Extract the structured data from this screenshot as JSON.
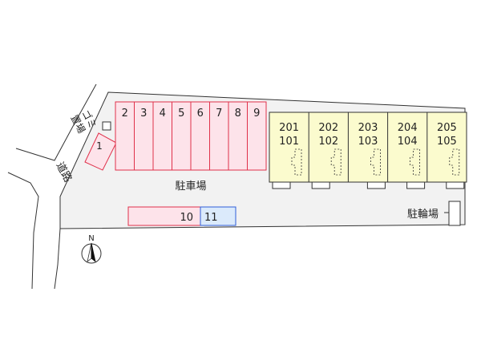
{
  "map": {
    "colors": {
      "ground": "#f2f2f2",
      "parking_fill": "#fde3ea",
      "parking_stroke": "#e0304a",
      "parking_alt_fill": "#dbeafb",
      "parking_alt_stroke": "#2f5fd8",
      "building_fill": "#fbfbce",
      "line": "#333333"
    },
    "parking_spaces": {
      "space_1": "1",
      "row_top": [
        "2",
        "3",
        "4",
        "5",
        "6",
        "7",
        "8",
        "9"
      ],
      "space_10": "10",
      "space_11": "11"
    },
    "units": [
      {
        "upper": "201",
        "lower": "101"
      },
      {
        "upper": "202",
        "lower": "102"
      },
      {
        "upper": "203",
        "lower": "103"
      },
      {
        "upper": "204",
        "lower": "104"
      },
      {
        "upper": "205",
        "lower": "105"
      }
    ],
    "labels": {
      "parking_lot": "駐車場",
      "bicycle_parking": "駐輪場",
      "road": "道路",
      "garbage_area_line1": "ゴミ",
      "garbage_area_line2": "置場",
      "north": "N"
    },
    "icons": {
      "compass": "north-arrow-icon"
    }
  }
}
